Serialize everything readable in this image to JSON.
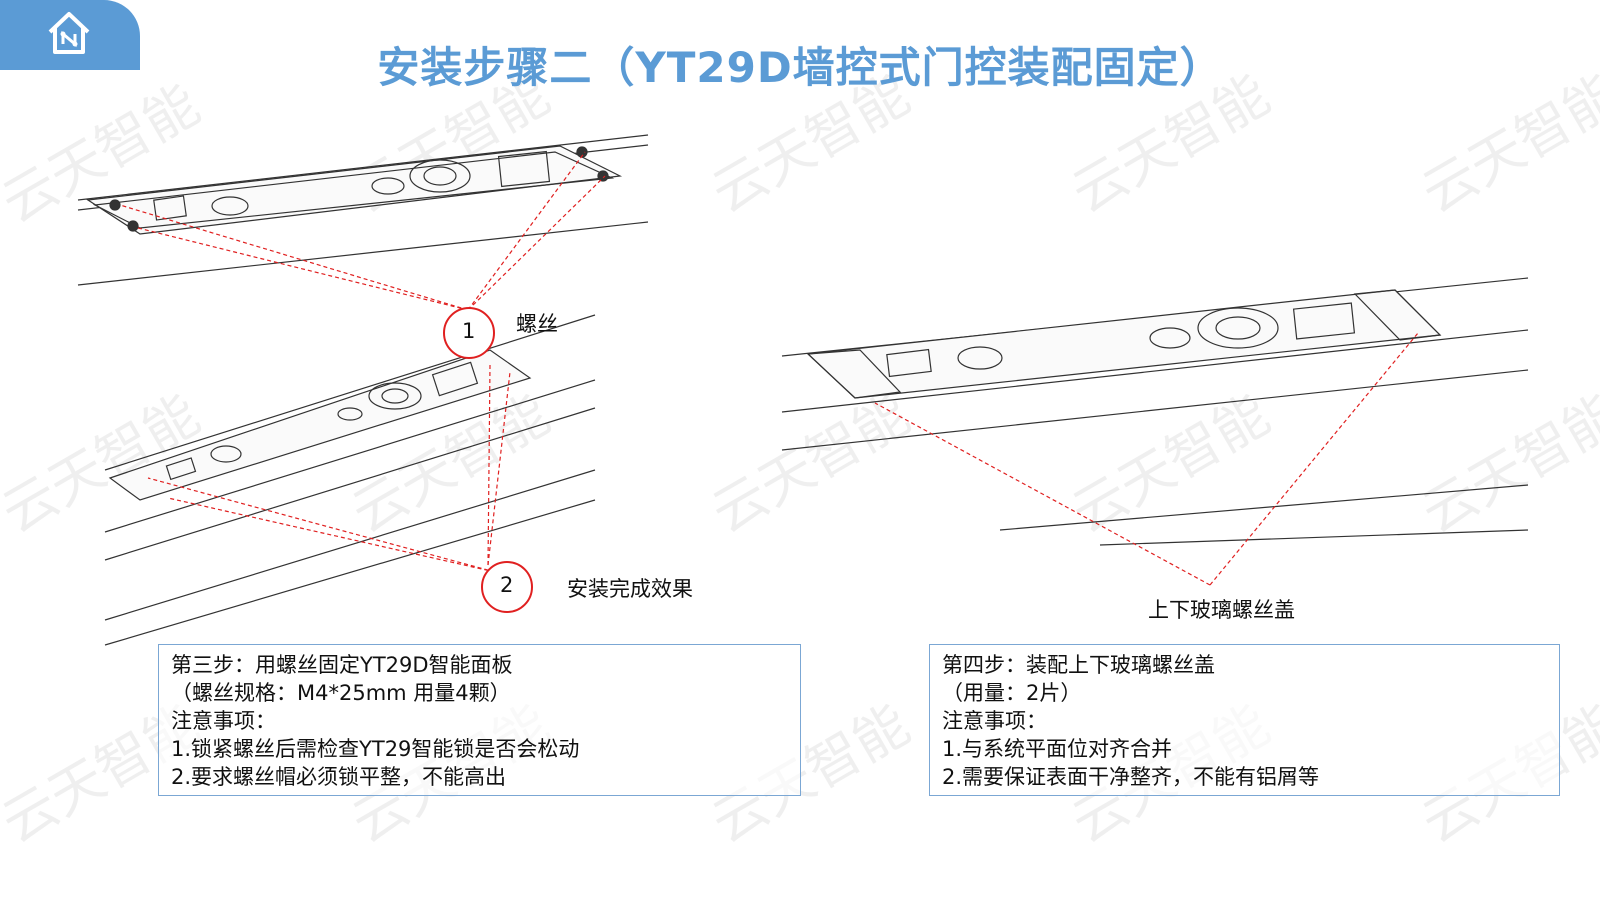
{
  "header": {
    "title": "安装步骤二（YT29D墙控式门控装配固定）",
    "home_icon": "home-network-icon",
    "accent_color": "#5B9BD5"
  },
  "watermark": "云天智能",
  "left_figure": {
    "callout_1_number": "1",
    "callout_1_label": "螺丝",
    "callout_2_number": "2",
    "callout_2_label": "安装完成效果"
  },
  "right_figure": {
    "callout_label": "上下玻璃螺丝盖"
  },
  "step3_note": {
    "lines": [
      "第三步：用螺丝固定YT29D智能面板",
      "（螺丝规格：M4*25mm 用量4颗）",
      "注意事项：",
      "1.锁紧螺丝后需检查YT29智能锁是否会松动",
      "2.要求螺丝帽必须锁平整，不能高出"
    ]
  },
  "step4_note": {
    "lines": [
      "第四步：装配上下玻璃螺丝盖",
      "（用量：2片）",
      "注意事项：",
      "1.与系统平面位对齐合并",
      "2.需要保证表面干净整齐，不能有铝屑等"
    ]
  }
}
